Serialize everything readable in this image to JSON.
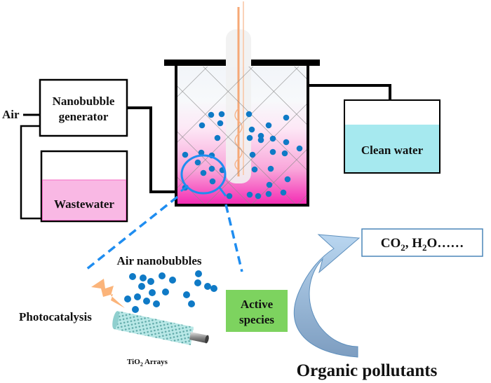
{
  "figure": {
    "labels": {
      "air": "Air",
      "generator_line1": "Nanobubble",
      "generator_line2": "generator",
      "wastewater": "Wastewater",
      "clean_water": "Clean water",
      "air_nanobubbles": "Air nanobubbles",
      "photocatalysis": "Photocatalysis",
      "tio2_prefix": "TiO",
      "tio2_sub": "2",
      "tio2_suffix": " Arrays",
      "active_line1": "Active",
      "active_line2": "species",
      "products_co": "CO",
      "products_sub1": "2",
      "products_mid": ", H",
      "products_sub2": "2",
      "products_end": "O……",
      "organic_pollutants": "Organic pollutants"
    },
    "colors": {
      "wastewater": "#f9b8e4",
      "reactor_pink": "#f43fb8",
      "clean_water": "#a6e9ef",
      "bubble": "#0f7ac6",
      "magnify_ring": "#1f8df0",
      "dashed_line": "#1f8df0",
      "active_species": "#7dd35f",
      "arrow_blue": "#9fc3e4",
      "products_border": "#4a86b9",
      "lamp": "#f6a876",
      "lightning": "#fbb47a",
      "tube": "#9fdad9"
    },
    "components": [
      "nanobubble-generator",
      "wastewater-tank",
      "photoreactor",
      "clean-water-tank",
      "tio2-arrays",
      "active-species",
      "products-box"
    ]
  }
}
